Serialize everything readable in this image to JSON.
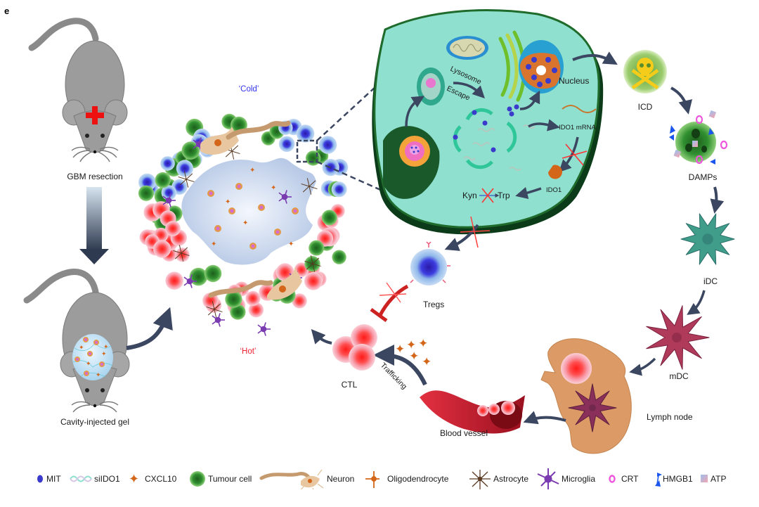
{
  "panel_label": "e",
  "colors": {
    "arrow": "#3b4660",
    "cold": "#3333ee",
    "hot": "#ee2233",
    "mouse": "#9a9a9a",
    "cell_green": "#2d8a2d",
    "cytoplasm": "#8fe0cf",
    "cell_edge": "#1f6b2c",
    "mit": "#3a3acc",
    "cxcl10": "#d4661a",
    "crt": "#ee55dd",
    "hmgb1": "#1a55ee",
    "inhibit_red": "#cc2222"
  },
  "mice": {
    "top_label": "GBM resection",
    "bottom_label": "Cavity-injected gel"
  },
  "tumour": {
    "cold_label": "‘Cold’",
    "hot_label": "‘Hot’"
  },
  "cell_zoom": {
    "lysosome_label_1": "Lysosome",
    "lysosome_label_2": "Escape",
    "nucleus_label": "Nucleus",
    "mrna_label": "IDO1 mRNA",
    "ido1_label": "IDO1",
    "kyn_label": "Kyn",
    "trp_label": "Trp"
  },
  "cycle": {
    "icd_label": "ICD",
    "damps_label": "DAMPs",
    "idc_label": "iDC",
    "mdc_label": "mDC",
    "lymph_label": "Lymph node",
    "vessel_label": "Blood vessel",
    "trafficking_label": "Trafficking",
    "ctl_label": "CTL",
    "tregs_label": "Tregs"
  },
  "legend": {
    "items": [
      {
        "icon": "mit-icon",
        "label": "MIT"
      },
      {
        "icon": "siido1-icon",
        "label": "siIDO1"
      },
      {
        "icon": "cxcl10-icon",
        "label": "CXCL10"
      },
      {
        "icon": "tumour-cell-icon",
        "label": "Tumour cell"
      },
      {
        "icon": "neuron-icon",
        "label": "Neuron"
      },
      {
        "icon": "oligodendrocyte-icon",
        "label": "Oligodendrocyte"
      },
      {
        "icon": "astrocyte-icon",
        "label": "Astrocyte"
      },
      {
        "icon": "microglia-icon",
        "label": "Microglia"
      },
      {
        "icon": "crt-icon",
        "label": "CRT"
      },
      {
        "icon": "hmgb1-icon",
        "label": "HMGB1"
      },
      {
        "icon": "atp-icon",
        "label": "ATP"
      }
    ]
  }
}
